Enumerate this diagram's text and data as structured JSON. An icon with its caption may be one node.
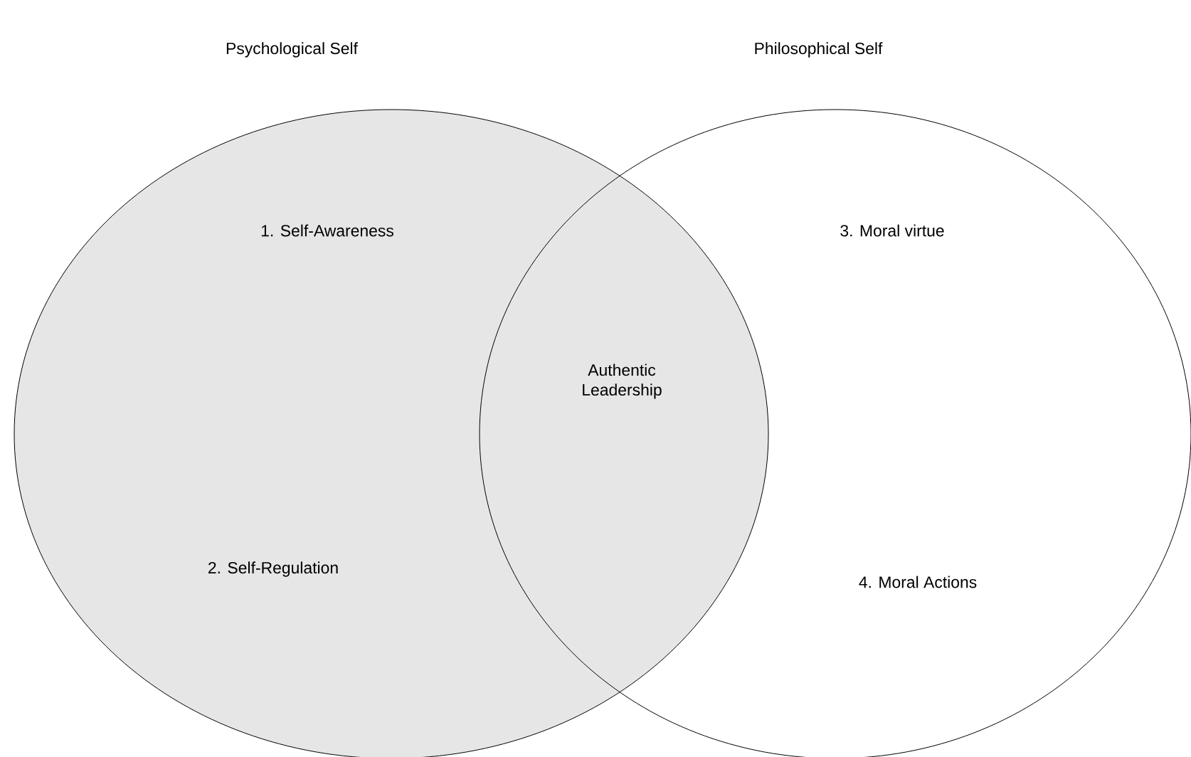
{
  "diagram": {
    "nodes": [
      {
        "text": [
          "Psychological Self",
          "1. Self-Awareness",
          "2. Self-Regulation"
        ]
      },
      {
        "text": [
          "Philosophical Self",
          "3. Moral virtue",
          "4. Moral Actions"
        ]
      }
    ],
    "labels": [
      "Authentic Leadership"
    ]
  }
}
